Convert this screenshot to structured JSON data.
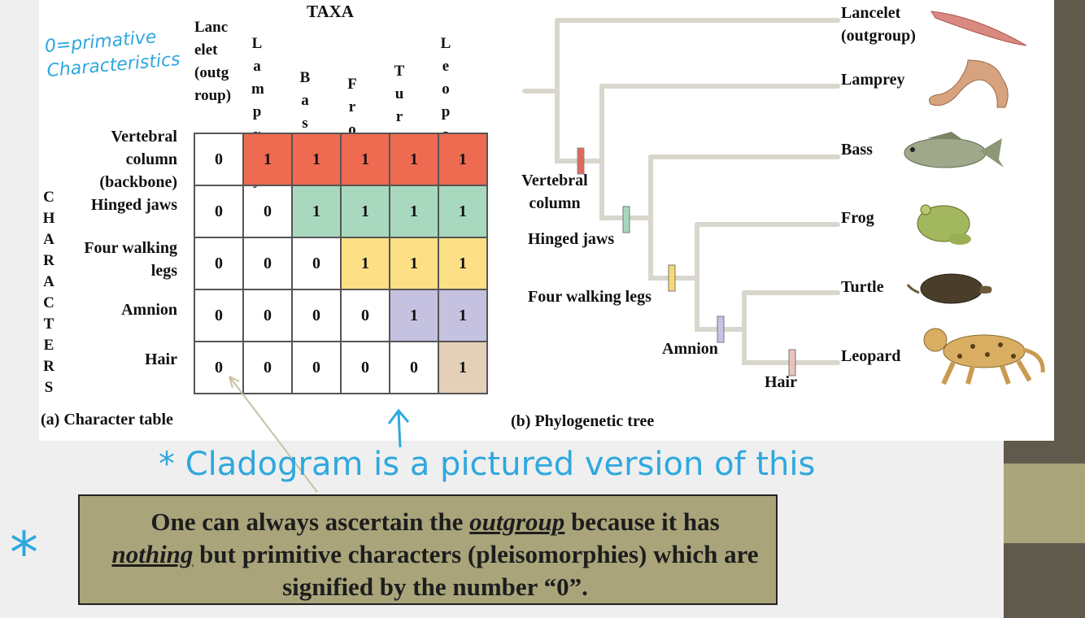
{
  "table": {
    "title": "TAXA",
    "side_label": "CHARACTERS",
    "taxa": [
      "Lancelet (outgroup)",
      "Lamprey",
      "Bass",
      "Frog",
      "Turtle",
      "Leopard"
    ],
    "characters": [
      "Vertebral column (backbone)",
      "Hinged jaws",
      "Four walking legs",
      "Amnion",
      "Hair"
    ],
    "rows": [
      [
        "0",
        "1",
        "1",
        "1",
        "1",
        "1"
      ],
      [
        "0",
        "0",
        "1",
        "1",
        "1",
        "1"
      ],
      [
        "0",
        "0",
        "0",
        "1",
        "1",
        "1"
      ],
      [
        "0",
        "0",
        "0",
        "0",
        "1",
        "1"
      ],
      [
        "0",
        "0",
        "0",
        "0",
        "0",
        "1"
      ]
    ],
    "row_colors": [
      "#ee6a50",
      "#a8d9bf",
      "#fde086",
      "#c5c1e0",
      "#e4d0b6"
    ],
    "caption": "(a) Character table"
  },
  "tree": {
    "taxa": [
      "Lancelet (outgroup)",
      "Lamprey",
      "Bass",
      "Frog",
      "Turtle",
      "Leopard"
    ],
    "characters": [
      "Vertebral column",
      "Hinged jaws",
      "Four walking legs",
      "Amnion",
      "Hair"
    ],
    "caption": "(b) Phylogenetic tree"
  },
  "handwriting": {
    "legend": "0=primative Characteristics",
    "note": "* Cladogram is a pictured version of this",
    "star": "*"
  },
  "callout": {
    "part1": "One can always ascertain the ",
    "emphasis1": "outgroup",
    "part2": " because it has ",
    "emphasis2": "nothing",
    "part3": " but primitive characters (pleisomorphies) which are signified by the number “0”."
  }
}
